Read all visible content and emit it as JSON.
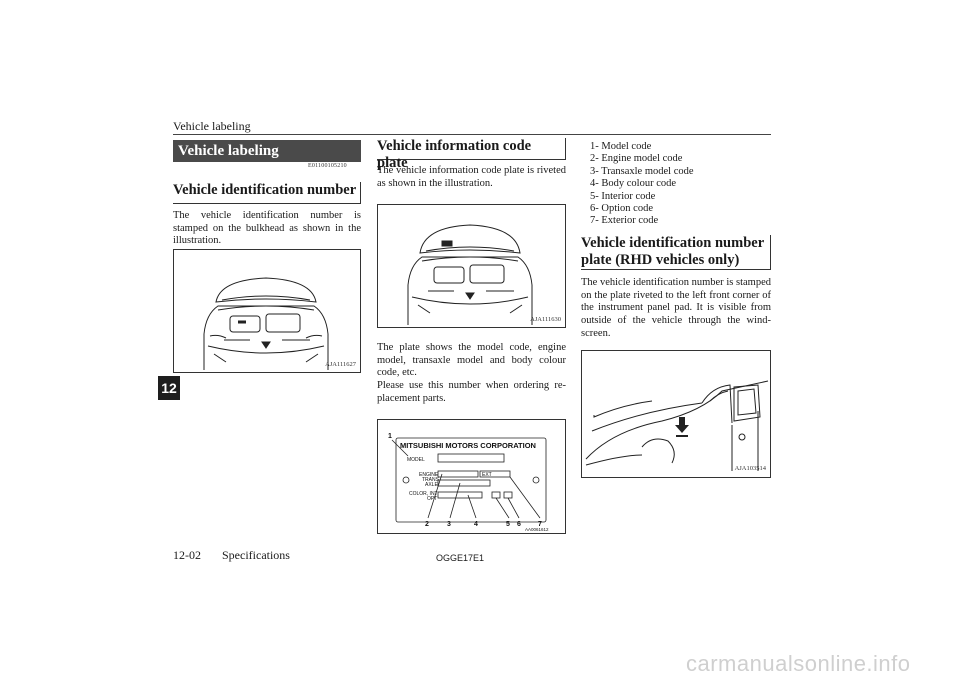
{
  "header": {
    "running_title": "Vehicle labeling"
  },
  "chapter_tab": "12",
  "left": {
    "banner": "Vehicle labeling",
    "section_code": "E01100105210",
    "heading": "Vehicle identification number",
    "body": "The vehicle identification number is stamped on the bulkhead as shown in the illustration.",
    "figure_id": "AJA111627"
  },
  "middle": {
    "heading": "Vehicle information code plate",
    "body1": "The vehicle information code plate is riveted as shown in the illustration.",
    "figure1_id": "AJA111630",
    "body2": "The plate shows the model code, engine model, transaxle model and body colour code, etc.",
    "body3": "Please use this number when ordering re-placement parts.",
    "plate": {
      "company": "MITSUBISHI MOTORS CORPORATION",
      "model": "MODEL",
      "engine": "ENGINE",
      "trans": "TRANS",
      "axle": "AXLE",
      "ext": "EXT",
      "color_int": "COLOR, INT",
      "opt": "OPT",
      "callouts": [
        "1",
        "2",
        "3",
        "4",
        "5",
        "6",
        "7"
      ],
      "figure_id": "AA0061612"
    }
  },
  "right": {
    "list": [
      "1- Model code",
      "2- Engine model code",
      "3- Transaxle model code",
      "4- Body colour code",
      "5- Interior code",
      "6- Option code",
      "7- Exterior code"
    ],
    "heading": "Vehicle identification number plate (RHD vehicles only)",
    "body": "The vehicle identification number is stamped on the plate riveted to the left front corner of the instrument panel pad. It is visible from outside of the vehicle through the wind-screen.",
    "figure_id": "AJA103514"
  },
  "footer": {
    "page_number": "12-02",
    "section": "Specifications",
    "doc_code": "OGGE17E1",
    "watermark": "carmanualsonline.info"
  }
}
